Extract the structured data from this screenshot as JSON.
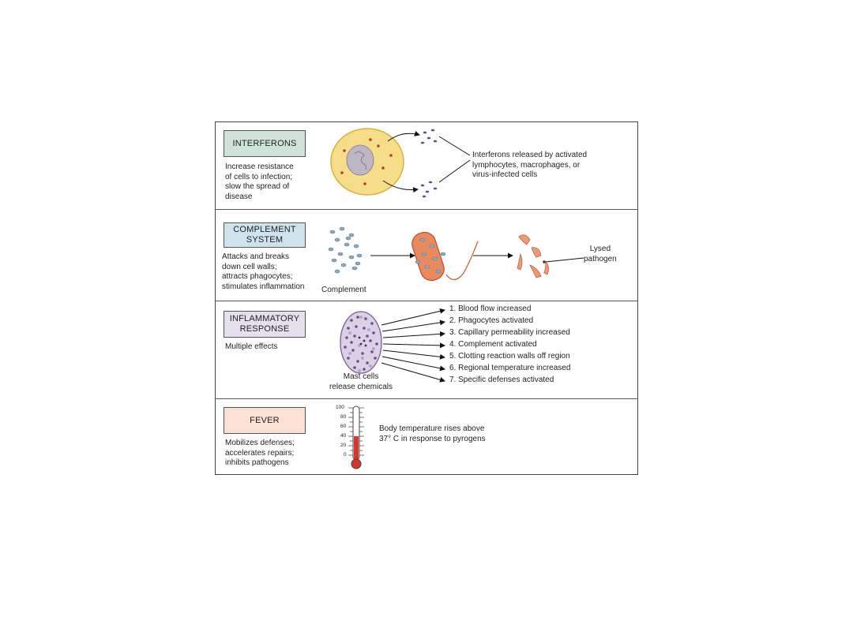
{
  "panels": {
    "interferons": {
      "label": "INTERFERONS",
      "description": [
        "Increase resistance",
        "of cells to infection;",
        "slow the spread of",
        "disease"
      ],
      "note": [
        "Interferons released by activated",
        "lymphocytes, macrophages, or",
        "virus-infected cells"
      ],
      "box_color": "#cfe3d8"
    },
    "complement": {
      "label_lines": [
        "COMPLEMENT",
        "SYSTEM"
      ],
      "description": [
        "Attacks and breaks",
        "down cell walls;",
        "attracts phagocytes;",
        "stimulates inflammation"
      ],
      "complement_caption": "Complement",
      "lysed_caption": [
        "Lysed",
        "pathogen"
      ],
      "box_color": "#cfe3ec"
    },
    "inflammatory": {
      "label_lines": [
        "INFLAMMATORY",
        "RESPONSE"
      ],
      "description": [
        "Multiple effects"
      ],
      "mast_caption": [
        "Mast cells",
        "release chemicals"
      ],
      "effects": [
        "1. Blood flow increased",
        "2. Phagocytes activated",
        "3. Capillary permeability increased",
        "4. Complement activated",
        "5. Clotting reaction walls off region",
        "6. Regional temperature increased",
        "7. Specific defenses activated"
      ],
      "box_color": "#e6e0ee"
    },
    "fever": {
      "label": "FEVER",
      "description": [
        "Mobilizes defenses;",
        "accelerates repairs;",
        "inhibits pathogens"
      ],
      "note": [
        "Body temperature rises above",
        "37° C in response to pyrogens"
      ],
      "thermometer_ticks": [
        "100",
        "80",
        "60",
        "40",
        "20",
        "0"
      ],
      "thermometer_level": 40,
      "box_color": "#fbe0d4"
    }
  }
}
